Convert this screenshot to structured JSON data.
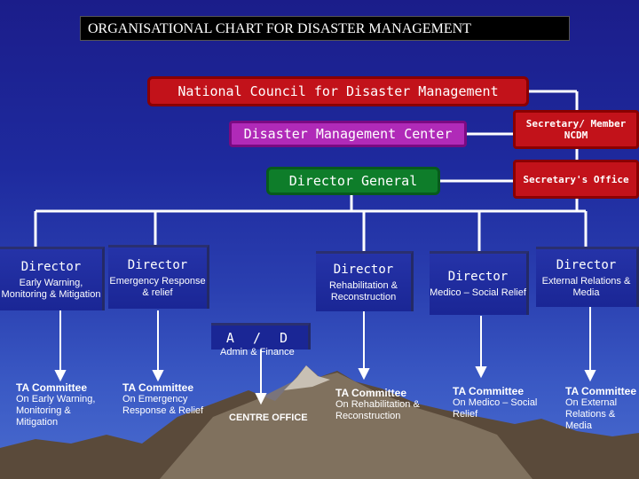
{
  "title": "ORGANISATIONAL CHART FOR DISASTER MANAGEMENT",
  "ncdm": "National Council for Disaster Management",
  "dmc": "Disaster Management Center",
  "dg": "Director General",
  "secretary": "Secretary/ Member NCDM",
  "secretary_office": "Secretary's Office",
  "directors": [
    {
      "label": "Director",
      "sub": "Early Warning, Monitoring & Mitigation"
    },
    {
      "label": "Director",
      "sub": "Emergency Response & relief"
    },
    {
      "label": "Director",
      "sub": "Rehabilitation & Reconstruction"
    },
    {
      "label": "Director",
      "sub": "Medico – Social Relief"
    },
    {
      "label": "Director",
      "sub": "External Relations & Media"
    }
  ],
  "ad": "A / D",
  "ad_sub": "Admin & Finance",
  "committees": [
    {
      "head": "TA Committee",
      "sub": "On Early Warning, Monitoring & Mitigation"
    },
    {
      "head": "TA Committee",
      "sub": "On Emergency Response & Relief"
    },
    {
      "head": "TA Committee",
      "sub": "On Rehabilitation & Reconstruction"
    },
    {
      "head": "TA Committee",
      "sub": "On Medico – Social Relief"
    },
    {
      "head": "TA Committee",
      "sub": "On External Relations & Media"
    }
  ],
  "centre_office": "CENTRE OFFICE",
  "colors": {
    "background": "#1e2a9e",
    "red_box": "#c2121a",
    "magenta_box": "#b02ab8",
    "green_box": "#0e7d2a",
    "director_box": "#1a2695"
  }
}
